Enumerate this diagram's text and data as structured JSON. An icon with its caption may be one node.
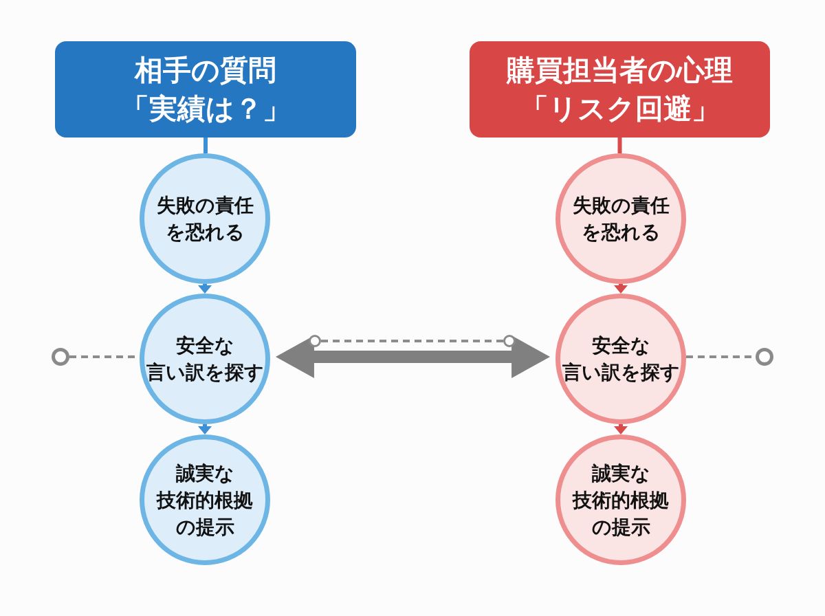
{
  "diagram": {
    "nodes": [
      {
        "text": [
          "相手の質問「実績は？」"
        ]
      },
      {
        "text": [
          "失敗の責任を恐れる"
        ]
      },
      {
        "text": [
          "安全な言い訳を探す"
        ]
      },
      {
        "text": [
          "誠実な技術的根拠の提示"
        ]
      },
      {
        "text": [
          "購買担当者の心理「リスク回避」"
        ]
      },
      {
        "text": [
          "失敗の責任を恐れる"
        ]
      },
      {
        "text": [
          "安全な言い訳を探す"
        ]
      },
      {
        "text": [
          "誠実な技術的根拠の提示"
        ]
      },
      {
        "text": [],
        "shape": "circle"
      },
      {
        "text": [],
        "shape": "circle"
      },
      {
        "text": [],
        "shape": "circle"
      },
      {
        "text": [],
        "shape": "circle"
      }
    ],
    "edges": [
      {
        "from": 0,
        "to": 1,
        "arrow": "none",
        "color": "#3d8fd6"
      },
      {
        "from": 1,
        "to": 2,
        "arrow": "to",
        "color": "#3d8fd6"
      },
      {
        "from": 2,
        "to": 3,
        "arrow": "to",
        "color": "#3d8fd6"
      },
      {
        "from": 4,
        "to": 5,
        "arrow": "none",
        "color": "#d94a4a"
      },
      {
        "from": 5,
        "to": 6,
        "arrow": "to",
        "color": "#d94a4a"
      },
      {
        "from": 6,
        "to": 7,
        "arrow": "to",
        "color": "#d94a4a"
      },
      {
        "from": 2,
        "to": 6,
        "arrow": "both",
        "style": "thick",
        "color": "#808080"
      },
      {
        "from": 8,
        "to": 2,
        "arrow": "none",
        "style": "dashed",
        "color": "#8c8c8c"
      },
      {
        "from": 6,
        "to": 11,
        "arrow": "none",
        "style": "dashed",
        "color": "#8c8c8c"
      },
      {
        "from": 9,
        "to": 10,
        "arrow": "none",
        "style": "dashed",
        "color": "#8c8c8c"
      }
    ]
  }
}
